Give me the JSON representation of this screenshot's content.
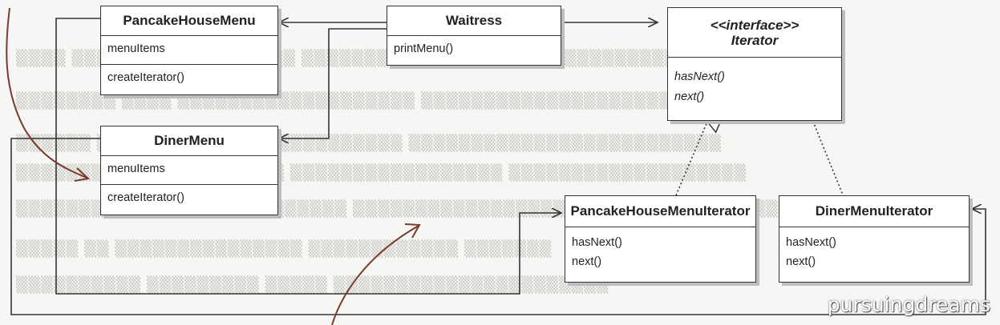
{
  "classes": {
    "pancake_house_menu": {
      "name": "PancakeHouseMenu",
      "attributes": [
        "menuItems"
      ],
      "operations": [
        "createIterator()"
      ]
    },
    "diner_menu": {
      "name": "DinerMenu",
      "attributes": [
        "menuItems"
      ],
      "operations": [
        "createIterator()"
      ]
    },
    "waitress": {
      "name": "Waitress",
      "operations": [
        "printMenu()"
      ]
    },
    "iterator": {
      "stereotype": "<<interface>>",
      "name": "Iterator",
      "operations": [
        "hasNext()",
        "next()"
      ]
    },
    "pancake_house_menu_iterator": {
      "name": "PancakeHouseMenuIterator",
      "operations": [
        "hasNext()",
        "next()"
      ]
    },
    "diner_menu_iterator": {
      "name": "DinerMenuIterator",
      "operations": [
        "hasNext()",
        "next()"
      ]
    }
  },
  "watermark": "pursuingdreams",
  "colors": {
    "line": "#333333",
    "annotation": "#7a3b2e",
    "background_text": "#c9c9c6"
  }
}
